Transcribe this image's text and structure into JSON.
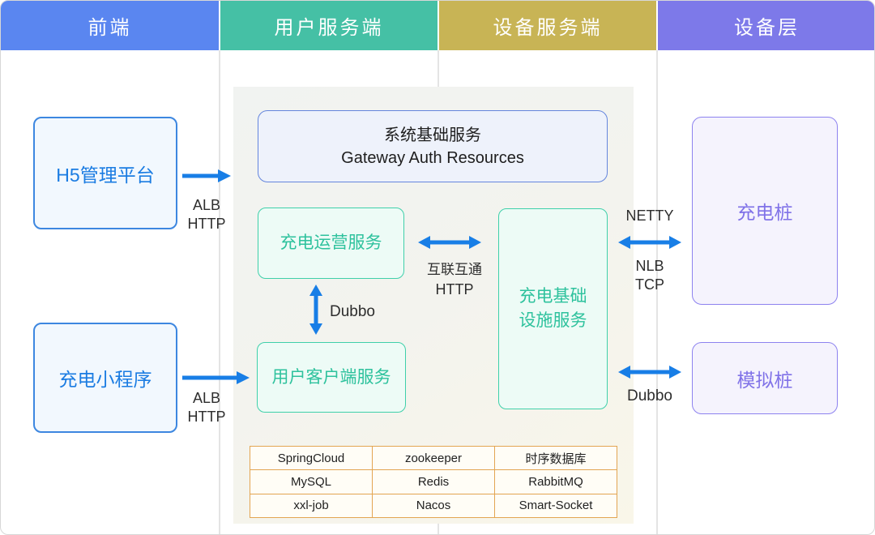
{
  "header": {
    "columns": [
      {
        "label": "前端",
        "color": "#5a86f0"
      },
      {
        "label": "用户服务端",
        "color": "#45c0a5"
      },
      {
        "label": "设备服务端",
        "color": "#c8b455"
      },
      {
        "label": "设备层",
        "color": "#7d79e9"
      }
    ]
  },
  "frontend": {
    "h5_label": "H5管理平台",
    "mini_label": "充电小程序"
  },
  "user_service": {
    "gateway_line1": "系统基础服务",
    "gateway_line2": "Gateway Auth Resources",
    "operation_label": "充电运营服务",
    "user_client_label": "用户客户端服务"
  },
  "device_service": {
    "infra_line1": "充电基础",
    "infra_line2": "设施服务"
  },
  "device_layer": {
    "pile_label": "充电桩",
    "sim_label": "模拟桩"
  },
  "links": {
    "h5_to_gateway": {
      "line1": "ALB",
      "line2": "HTTP"
    },
    "mini_to_user_client": {
      "line1": "ALB",
      "line2": "HTTP"
    },
    "operation_user_client": {
      "label": "Dubbo"
    },
    "operation_infra": {
      "line1": "互联互通",
      "line2": "HTTP"
    },
    "infra_pile": {
      "top": "NETTY",
      "line1": "NLB",
      "line2": "TCP"
    },
    "infra_sim": {
      "label": "Dubbo"
    }
  },
  "tech_table": {
    "rows": [
      [
        "SpringCloud",
        "zookeeper",
        "时序数据库"
      ],
      [
        "MySQL",
        "Redis",
        "RabbitMQ"
      ],
      [
        "xxl-job",
        "Nacos",
        "Smart-Socket"
      ]
    ]
  },
  "colors": {
    "arrow": "#187ee6",
    "blue_node_border": "#3d87e0",
    "blue_node_text": "#1b7ce2",
    "gateway_border": "#6485dd",
    "teal_node_border": "#3fd0aa",
    "teal_node_text": "#2ec29d",
    "purple_node_border": "#8d82ef",
    "purple_node_text": "#8072e8",
    "table_border": "#e3a552"
  }
}
